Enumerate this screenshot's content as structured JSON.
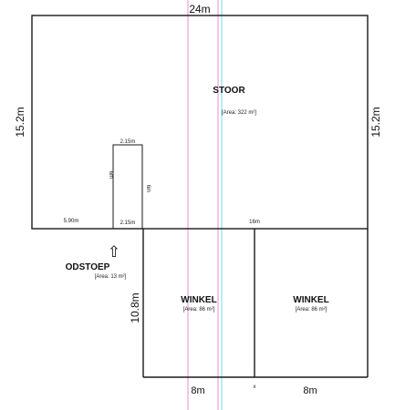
{
  "dimensions": {
    "top_width": "24m",
    "left_height": "15.2m",
    "right_height": "15.2m",
    "divider_top": "2.15m",
    "divider_bottom": "2.15m",
    "divider_side_left": "6m",
    "divider_side_right": "6m",
    "left_segment": "5.90m",
    "right_segment": "16m",
    "shop_height": "10.8m",
    "shop_left_width": "8m",
    "shop_right_width": "8m",
    "mark_x": "x"
  },
  "rooms": {
    "stoor": {
      "label": "STOOR",
      "area": "[Area: 322 m²]"
    },
    "odstoep": {
      "label": "ODSTOEP",
      "area": "[Area: 13 m²]"
    },
    "winkel_left": {
      "label": "WINKEL",
      "area": "[Area: 86 m²]"
    },
    "winkel_right": {
      "label": "WINKEL",
      "area": "[Area: 86 m²]"
    }
  },
  "entrance_arrow": {
    "icon": "up-arrow-icon",
    "glyph": "⇧"
  },
  "colors": {
    "line": "#1a1a1a",
    "guide_pink": "#e58fd6",
    "guide_cyan": "#7fe6ee"
  }
}
